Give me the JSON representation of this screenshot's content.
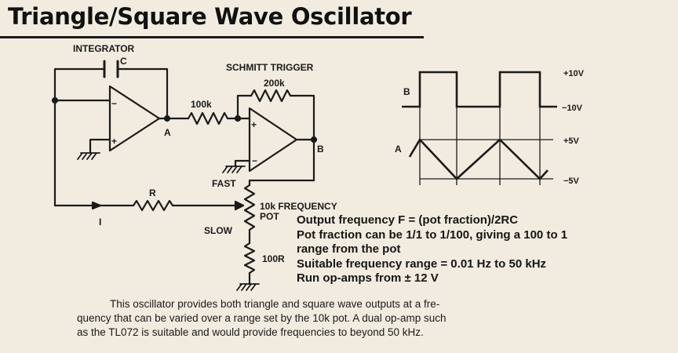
{
  "title": "Triangle/Square Wave Oscillator",
  "circuit": {
    "integrator_label": "INTEGRATOR",
    "capacitor_label": "C",
    "schmitt_label": "SCHMITT TRIGGER",
    "resistor_200k": "200k",
    "resistor_100k": "100k",
    "resistor_r": "R",
    "node_a": "A",
    "node_b": "B",
    "node_i": "I",
    "fast_label": "FAST",
    "slow_label": "SLOW",
    "pot_label_1": "10k FREQUENCY",
    "pot_label_2": "POT",
    "resistor_100r": "100R",
    "minus": "−",
    "plus": "+"
  },
  "waveforms": {
    "square_label": "B",
    "triangle_label": "A",
    "v_plus10": "+10V",
    "v_minus10": "−10V",
    "v_plus5": "+5V",
    "v_minus5": "−5V"
  },
  "specs": [
    "Output frequency F = (pot fraction)/2RC",
    "Pot fraction can be 1/1 to 1/100, giving a 100 to 1",
    "range from the pot",
    "Suitable frequency range = 0.01 Hz to 50 kHz",
    "Run op-amps from ± 12 V"
  ],
  "caption": [
    "This oscillator provides both triangle and square wave outputs at a fre-",
    "quency that can be varied over a range set by the 10k pot. A dual op-amp such",
    "as the TL072 is suitable and would provide frequencies to beyond 50 kHz."
  ]
}
